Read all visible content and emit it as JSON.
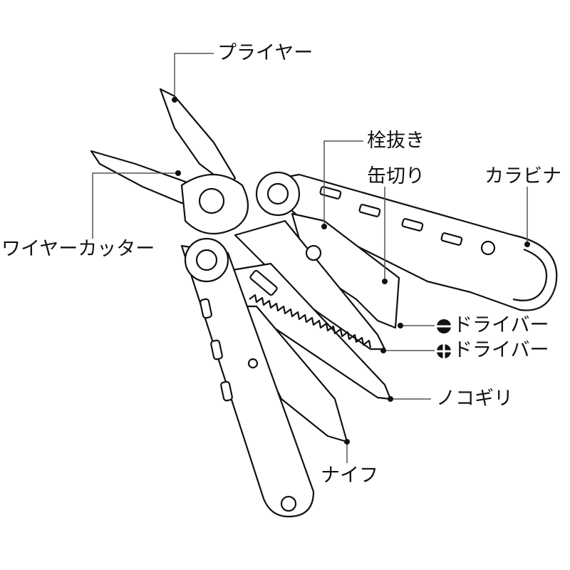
{
  "title": "Multi-tool parts diagram",
  "labels": {
    "pliers": "プライヤー",
    "bottle_opener": "栓抜き",
    "can_opener": "缶切り",
    "carabiner": "カラビナ",
    "wire_cutter": "ワイヤーカッター",
    "flat_driver": "ドライバー",
    "phillips_driver": "ドライバー",
    "saw": "ノコギリ",
    "knife": "ナイフ"
  },
  "icons": {
    "flat_driver": "flathead-slot-icon",
    "phillips_driver": "phillips-cross-icon"
  },
  "colors": {
    "line": "#111111",
    "leader": "#666666",
    "background": "#ffffff"
  }
}
